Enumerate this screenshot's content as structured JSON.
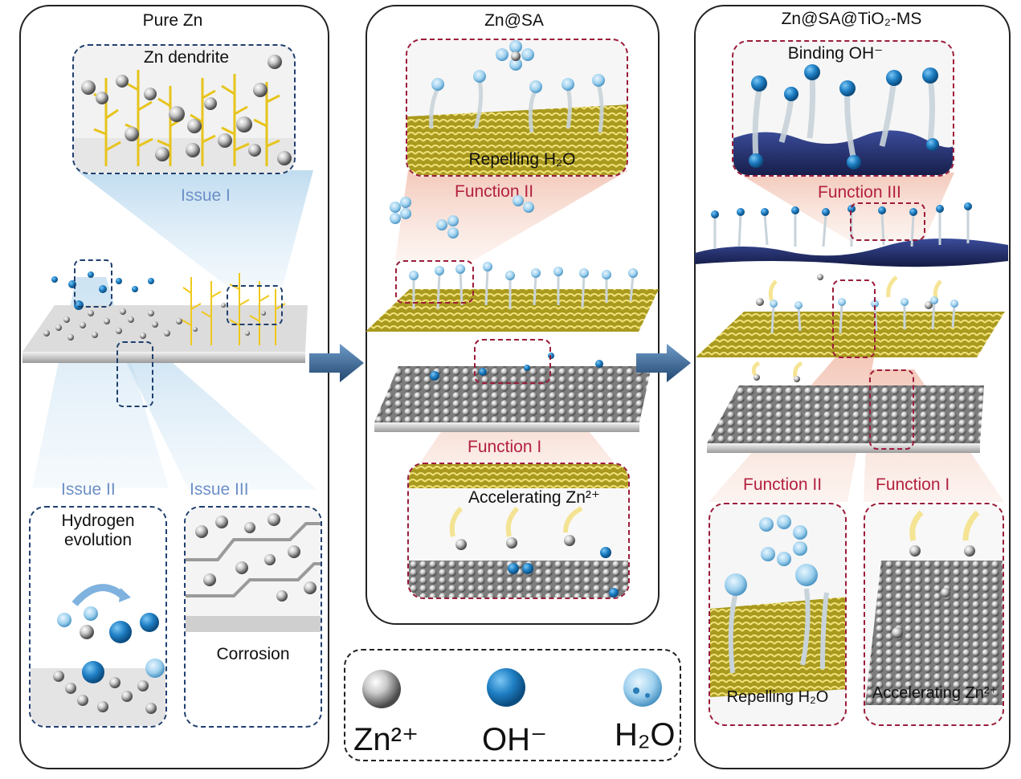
{
  "panels": {
    "pure_zn": {
      "title": "Pure Zn",
      "zn_dendrite": "Zn dendrite",
      "issue_1": "Issue I",
      "issue_2": "Issue II",
      "issue_3": "Issue III",
      "hydrogen_evolution": "Hydrogen evolution",
      "corrosion": "Corrosion"
    },
    "zn_sa": {
      "title": "Zn@SA",
      "repelling": "Repelling H₂O",
      "function_2": "Function II",
      "function_1": "Function I",
      "accelerating": "Accelerating Zn²⁺"
    },
    "zn_sa_tio2": {
      "title": "Zn@SA@TiO₂-MS",
      "binding": "Binding OH⁻",
      "function_3": "Function III",
      "function_2": "Function II",
      "function_1": "Function I",
      "repelling": "Repelling H₂O",
      "accelerating": "Accelerating Zn²⁺"
    }
  },
  "legend": {
    "zn": "Zn²⁺",
    "oh": "OH⁻",
    "h2o": "H₂O"
  },
  "colors": {
    "border": "#222222",
    "issue_blue": "#6c8fc6",
    "function_red": "#b3213f",
    "dashed_blue": "#1f3f6e",
    "dashed_red": "#9b1c3a",
    "oh_blue": "#1f7fc4",
    "sa_yellow": "#c7b528",
    "tio2_navy": "#1e2a63",
    "arrow_blue": "#3e6ea1"
  }
}
